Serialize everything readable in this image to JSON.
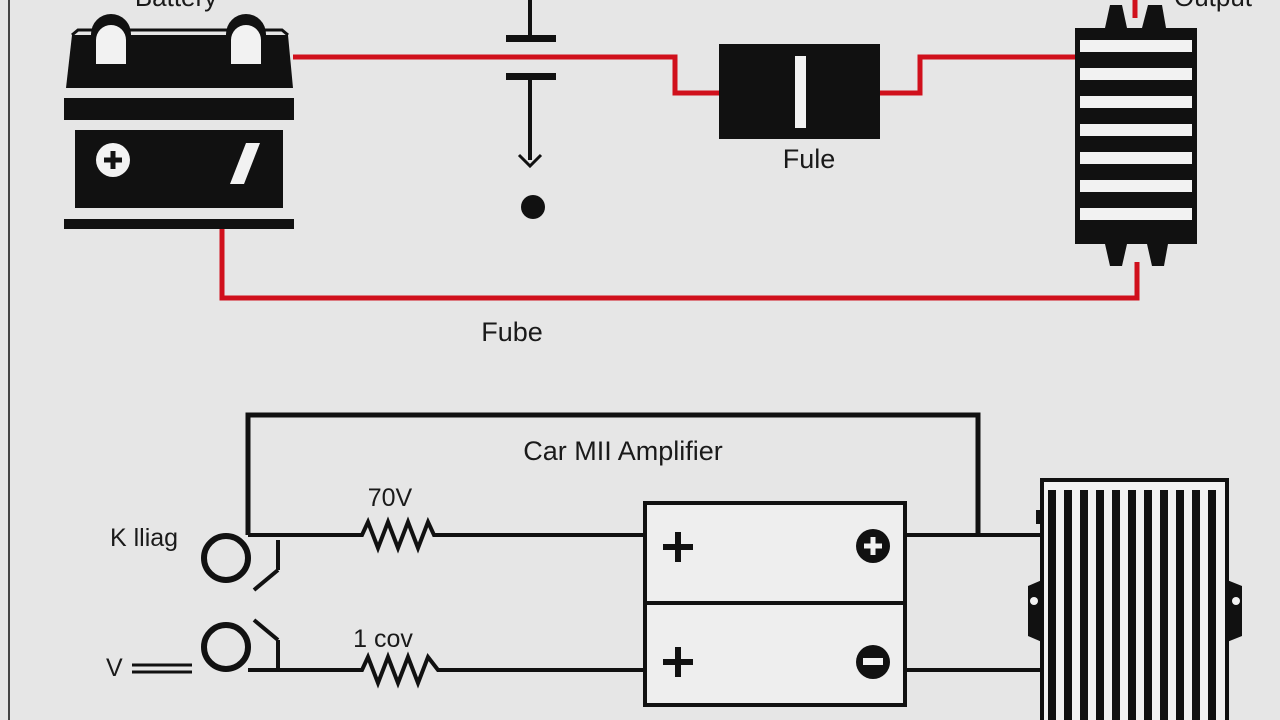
{
  "labels": {
    "battery": "Battery",
    "output": "Output",
    "fuse_box": "Fule",
    "fuse_wire": "Fube",
    "amplifier_title": "Car MII Amplifier",
    "resistor_top": "70V",
    "resistor_bottom": "1 cov",
    "terminal_top": "K lliag",
    "terminal_bottom": "V"
  },
  "colors": {
    "background": "#e6e6e6",
    "wire_red": "#d0101c",
    "wire_black": "#111111",
    "component": "#111111",
    "light": "#f2f2f2"
  },
  "icons": {
    "battery": "car-battery-icon",
    "plus": "plus-terminal-icon",
    "minus": "minus-terminal-icon",
    "heatsink": "heatsink-icon"
  }
}
